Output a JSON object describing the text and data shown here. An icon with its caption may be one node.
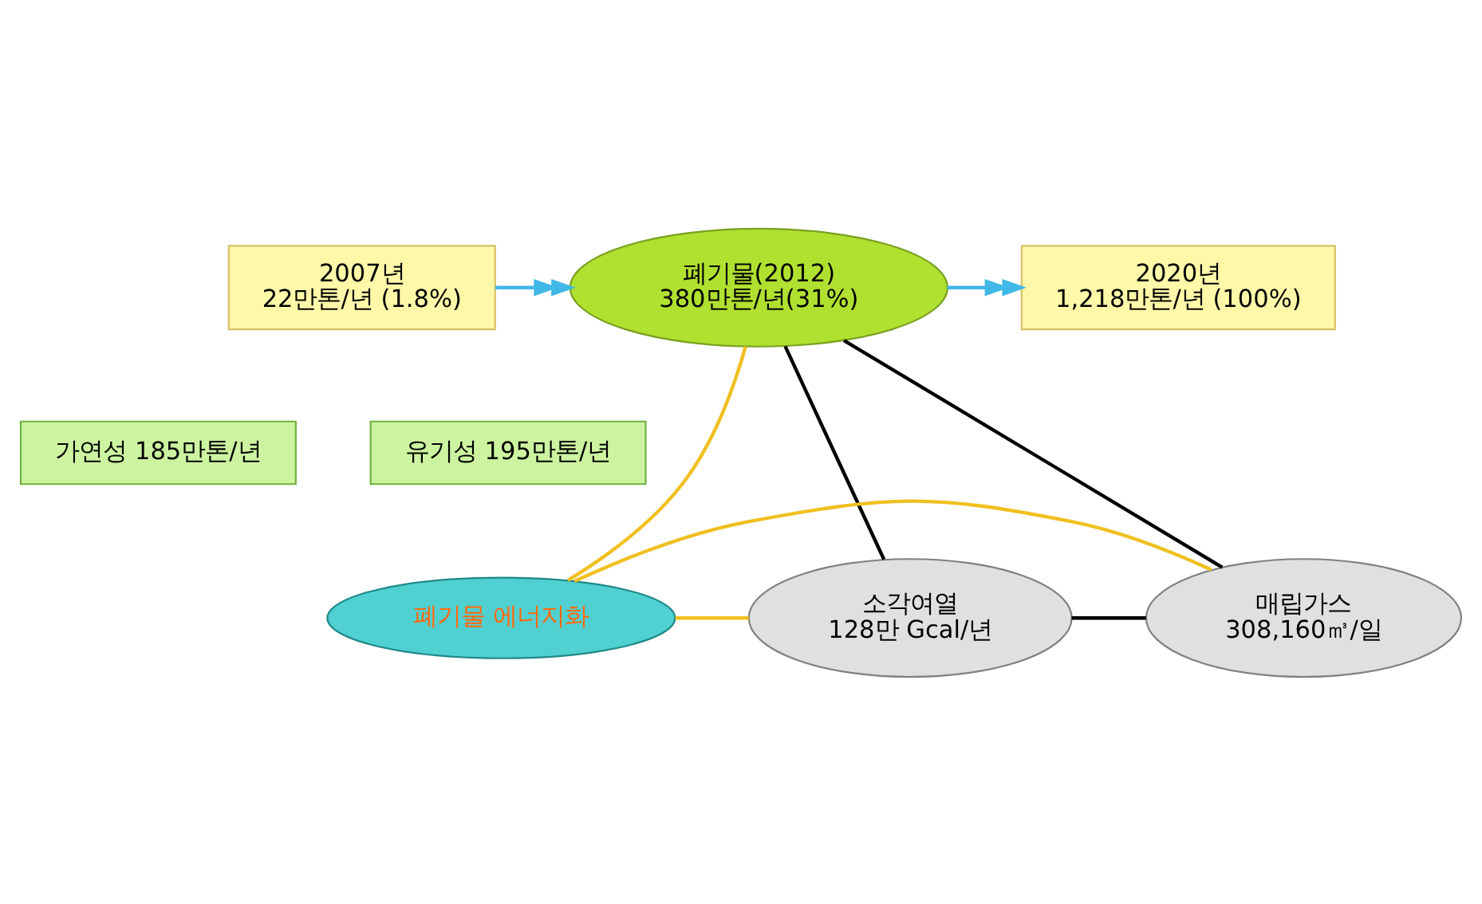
{
  "diagram": {
    "nodes": [
      {
        "text": [
          "2007년",
          "22만톤/년 (1.8%)"
        ]
      },
      {
        "text": [
          "폐기물(2012)",
          "380만톤/년(31%)"
        ]
      },
      {
        "text": [
          "2020년",
          "1,218만톤/년 (100%)"
        ]
      },
      {
        "text": [
          "가연성 185만톤/년"
        ]
      },
      {
        "text": [
          "유기성 195만톤/년"
        ]
      },
      {
        "text": [
          "폐기물 에너지화"
        ]
      },
      {
        "text": [
          "소각여열",
          "128만 Gcal/년"
        ]
      },
      {
        "text": [
          "매립가스",
          "308,160㎥/일"
        ]
      }
    ],
    "edges": [
      {
        "from": 0,
        "to": 1,
        "arrow": "to",
        "color": "#40b8e8"
      },
      {
        "from": 1,
        "to": 2,
        "arrow": "to",
        "color": "#40b8e8"
      },
      {
        "from": 1,
        "to": 5,
        "arrow": "none",
        "color": "#f0c020"
      },
      {
        "from": 5,
        "to": 6,
        "arrow": "none",
        "color": "#f0c020"
      },
      {
        "from": 5,
        "to": 7,
        "arrow": "none",
        "color": "#f0c020"
      },
      {
        "from": 1,
        "to": 6,
        "arrow": "none",
        "color": "#000000"
      },
      {
        "from": 6,
        "to": 7,
        "arrow": "none",
        "color": "#000000"
      },
      {
        "from": 7,
        "to": 1,
        "arrow": "none",
        "color": "#000000"
      }
    ]
  }
}
